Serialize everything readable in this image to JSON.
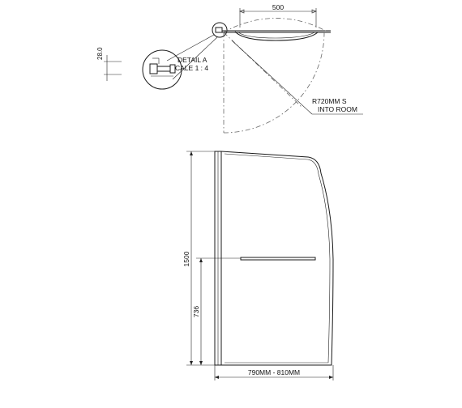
{
  "plan_view": {
    "width_dimension": "500",
    "small_dimension": "28.0",
    "detail_label": "DETAIL A",
    "detail_scale": "CALE 1 : 4",
    "swing_note_line1": "R720MM S",
    "swing_note_line2": "INTO ROOM"
  },
  "elevation_view": {
    "height_dimension": "1500",
    "handle_height_dimension": "736",
    "width_range_dimension": "790MM - 810MM"
  }
}
